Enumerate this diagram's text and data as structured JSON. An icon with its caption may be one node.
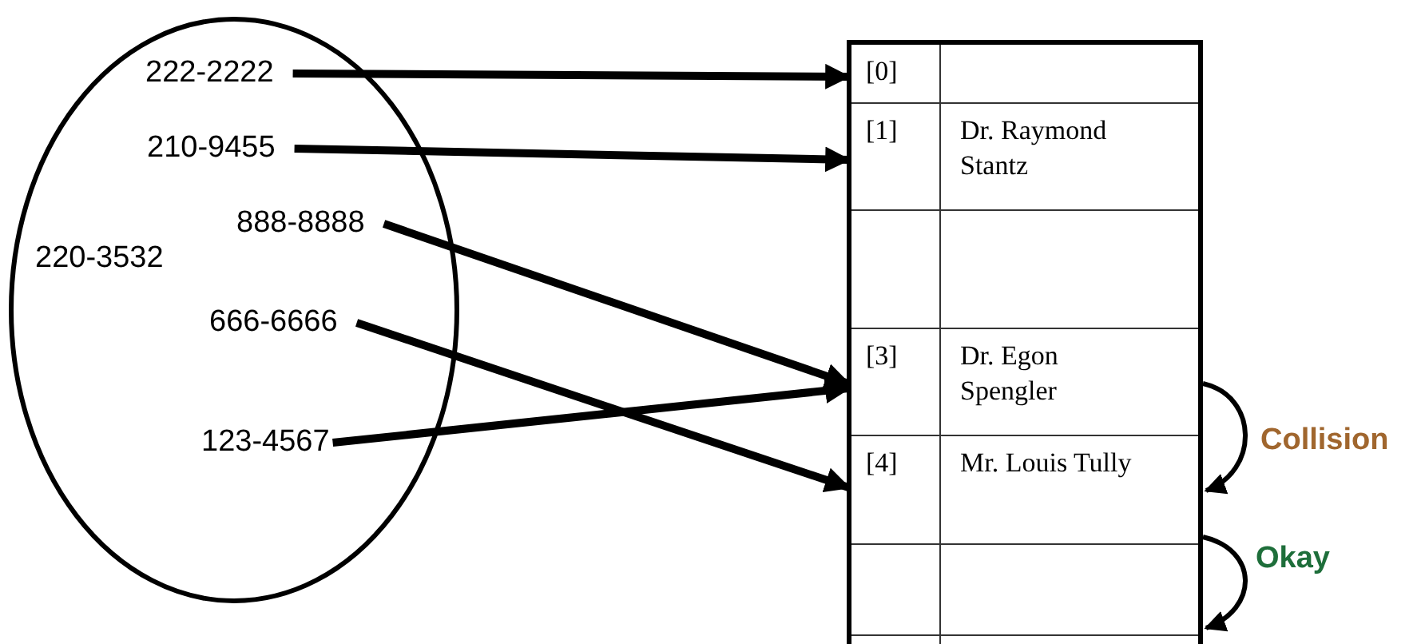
{
  "diagram": {
    "nodes": [
      {
        "text": [],
        "shape": "ellipse"
      },
      {
        "text": [
          "222-2222"
        ],
        "in": 0
      },
      {
        "text": [
          "210-9455"
        ],
        "in": 0
      },
      {
        "text": [
          "220-3532"
        ],
        "in": 0
      },
      {
        "text": [
          "888-8888"
        ],
        "in": 0
      },
      {
        "text": [
          "666-6666"
        ],
        "in": 0
      },
      {
        "text": [
          "123-4567"
        ],
        "in": 0
      },
      {
        "text": [],
        "shape": "box"
      },
      {
        "text": [
          "[0]"
        ],
        "in": 7
      },
      {
        "text": [
          "[1]",
          "Dr. Raymond Stantz"
        ],
        "in": 7
      },
      {
        "text": [],
        "shape": "box",
        "in": 7
      },
      {
        "text": [
          "[3]",
          "Dr. Egon Spengler"
        ],
        "in": 7
      },
      {
        "text": [
          "[4]",
          "Mr. Louis Tully"
        ],
        "in": 7
      },
      {
        "text": [],
        "shape": "box",
        "in": 7
      }
    ],
    "edges": [
      {
        "from": 1,
        "to": 8,
        "arrow": "to"
      },
      {
        "from": 2,
        "to": 9,
        "arrow": "to"
      },
      {
        "from": 4,
        "to": 11,
        "arrow": "to"
      },
      {
        "from": 6,
        "to": 11,
        "arrow": "to"
      },
      {
        "from": 5,
        "to": 12,
        "arrow": "to"
      },
      {
        "from": 11,
        "to": 12,
        "arrow": "to",
        "label": "Collision"
      },
      {
        "from": 12,
        "to": 13,
        "arrow": "to",
        "label": "Okay"
      }
    ]
  }
}
